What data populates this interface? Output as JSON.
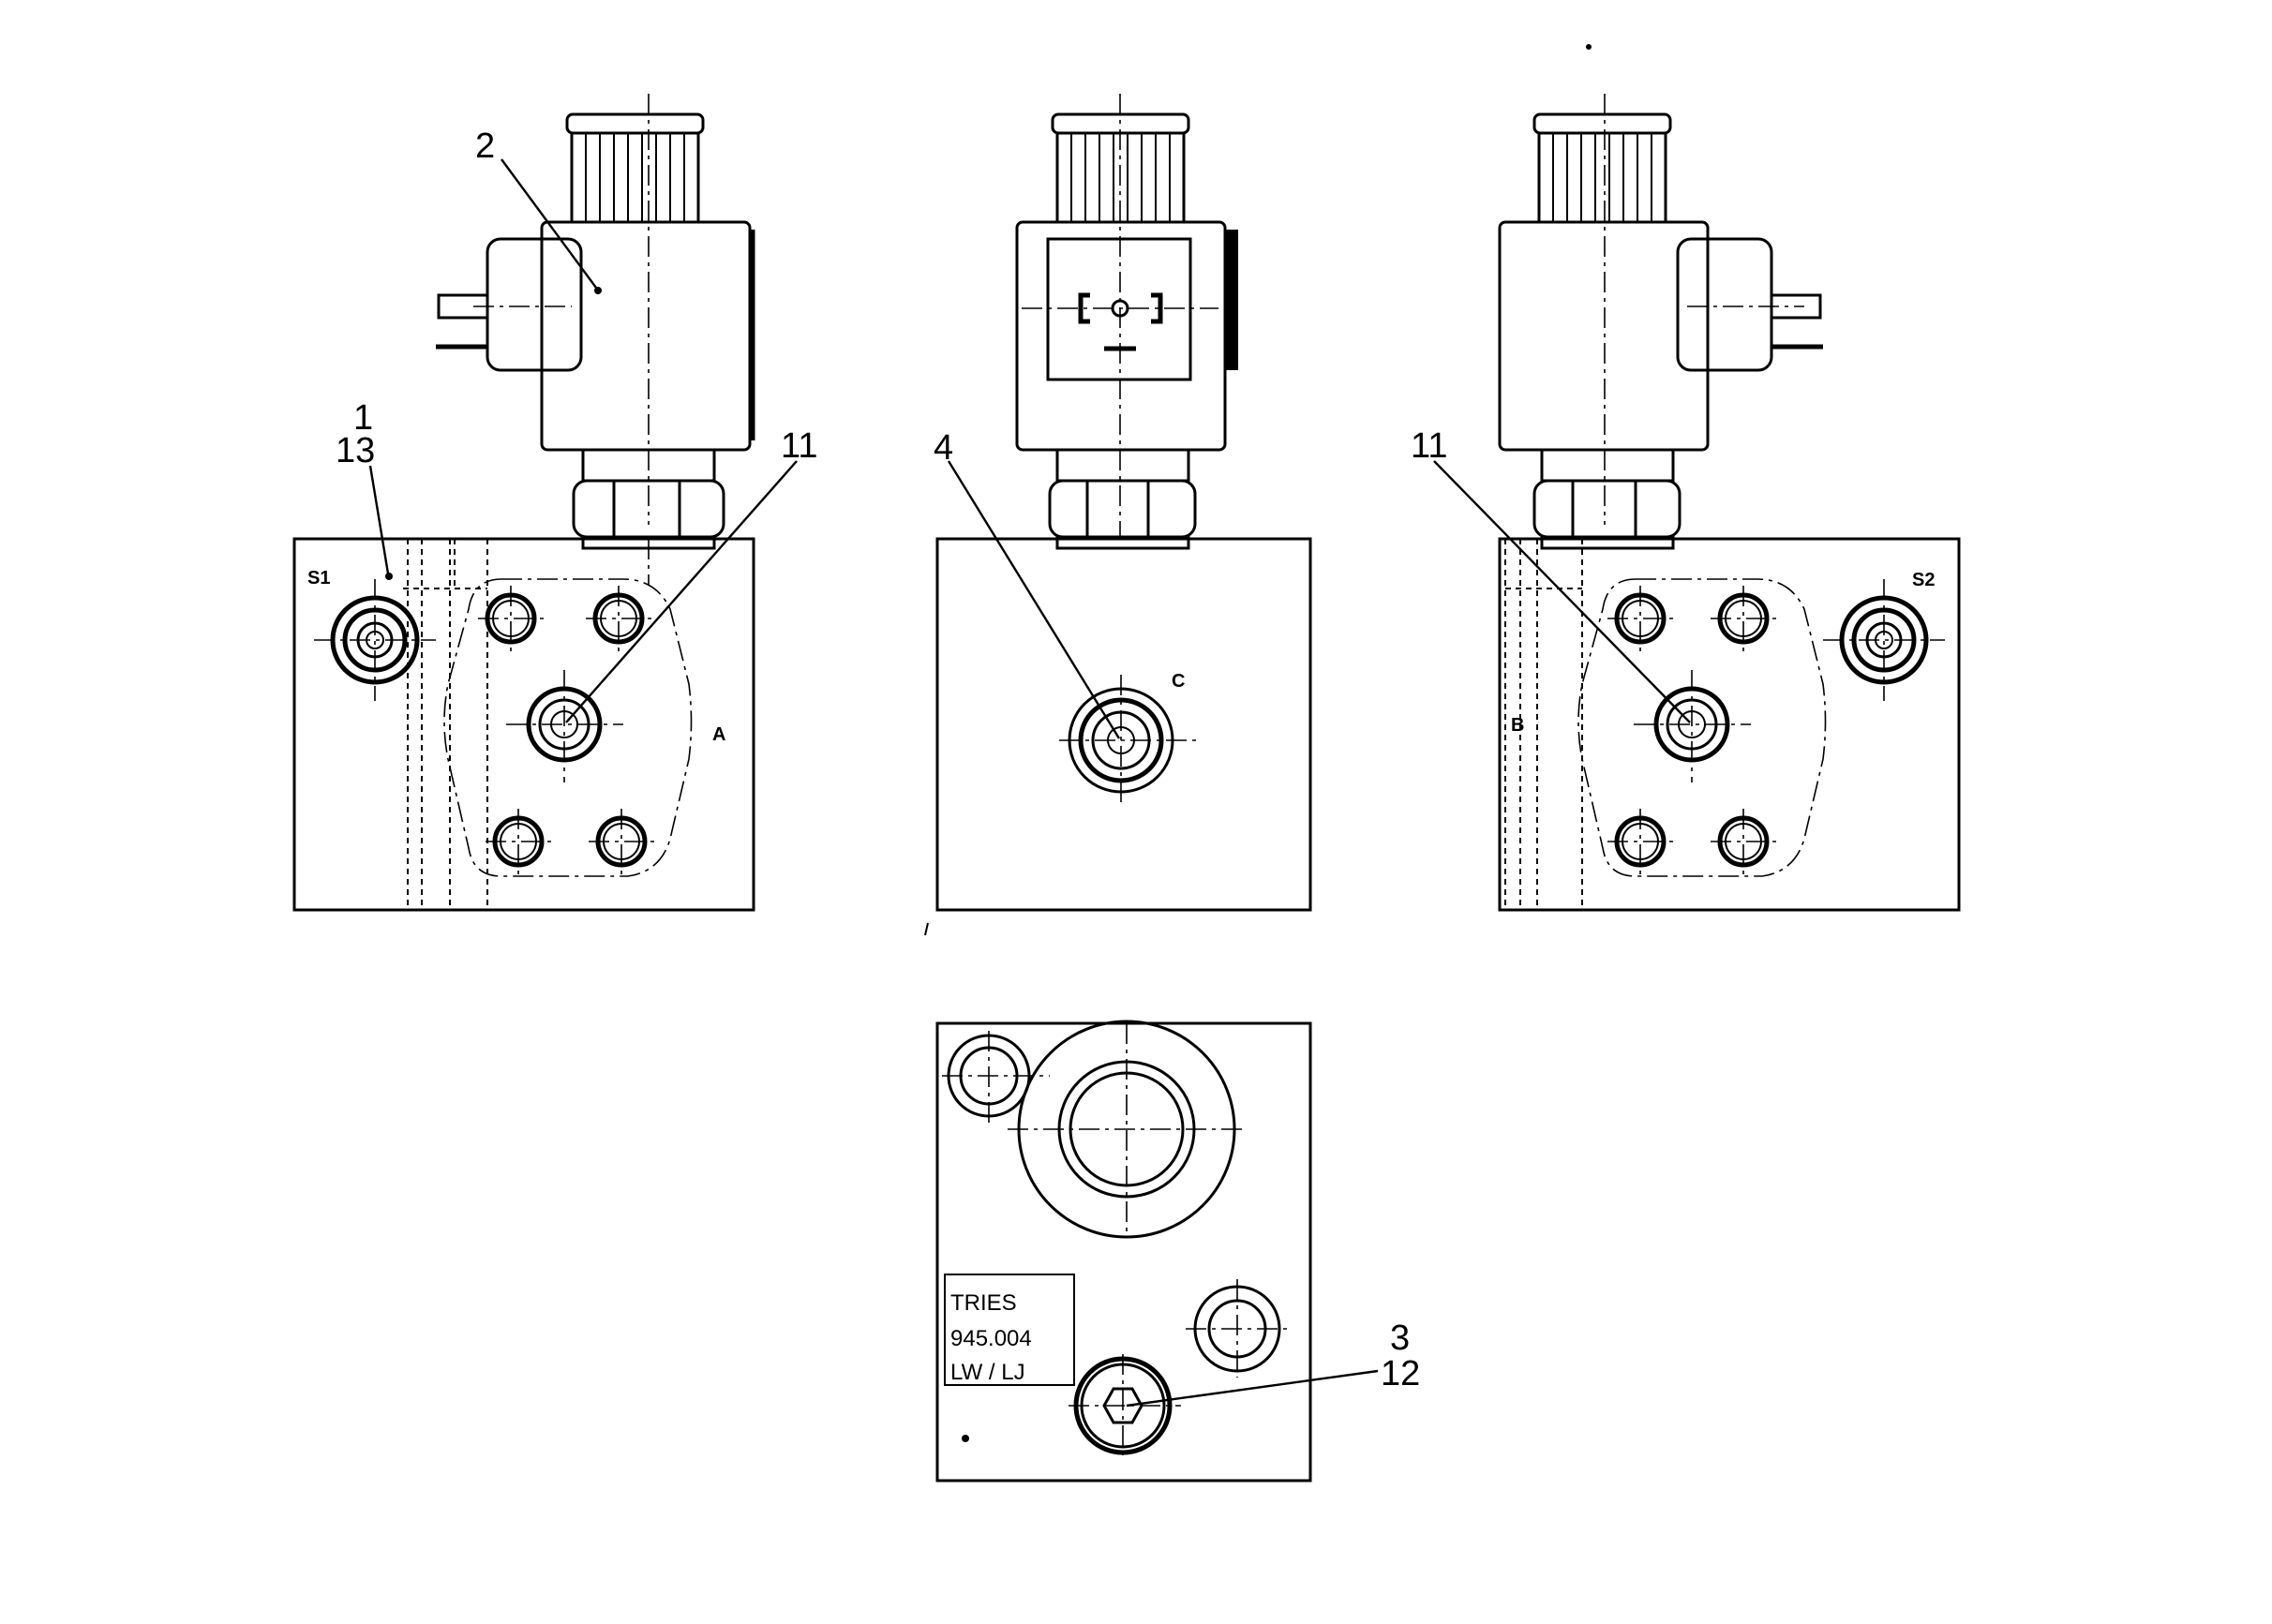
{
  "drawing": {
    "callouts": {
      "solenoid_left": "2",
      "block_left_top": "1",
      "block_left_bottom": "13",
      "port_left": "11",
      "port_center": "4",
      "port_right": "11",
      "plug_top": "3",
      "plug_bottom": "12"
    },
    "port_labels": {
      "s1": "S1",
      "a": "A",
      "c": "C",
      "b": "B",
      "s2": "S2"
    },
    "nameplate": {
      "line1": "TRIES",
      "line2": "945.004",
      "line3": "LW / LJ"
    }
  }
}
